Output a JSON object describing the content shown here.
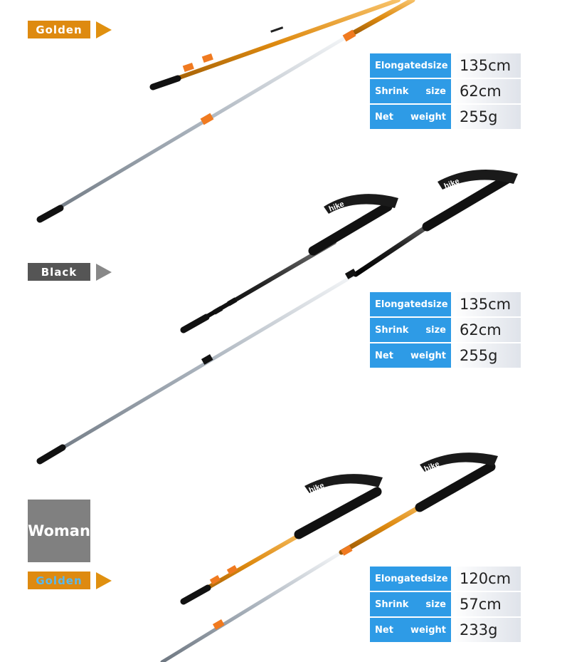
{
  "colors": {
    "gold": "#de8a10",
    "black_tag": "#555555",
    "woman_bg": "#808080",
    "arrow_gold": "#e0900f",
    "arrow_gray": "#888888",
    "spec_label_bg": "#2e9be6"
  },
  "sections": [
    {
      "tag": "Golden",
      "specs": [
        {
          "label_left": "Elongated",
          "label_right": "size",
          "value": "135cm"
        },
        {
          "label_left": "Shrink",
          "label_right": "size",
          "value": "62cm"
        },
        {
          "label_left": "Net",
          "label_right": "weight",
          "value": "255g"
        }
      ]
    },
    {
      "tag": "Black",
      "specs": [
        {
          "label_left": "Elongated",
          "label_right": "size",
          "value": "135cm"
        },
        {
          "label_left": "Shrink",
          "label_right": "size",
          "value": "62cm"
        },
        {
          "label_left": "Net",
          "label_right": "weight",
          "value": "255g"
        }
      ]
    },
    {
      "badge": "Woman",
      "tag": "Golden",
      "specs": [
        {
          "label_left": "Elongated",
          "label_right": "size",
          "value": "120cm"
        },
        {
          "label_left": "Shrink",
          "label_right": "size",
          "value": "57cm"
        },
        {
          "label_left": "Net",
          "label_right": "weight",
          "value": "233g"
        }
      ]
    }
  ],
  "strap_brand": "hike"
}
